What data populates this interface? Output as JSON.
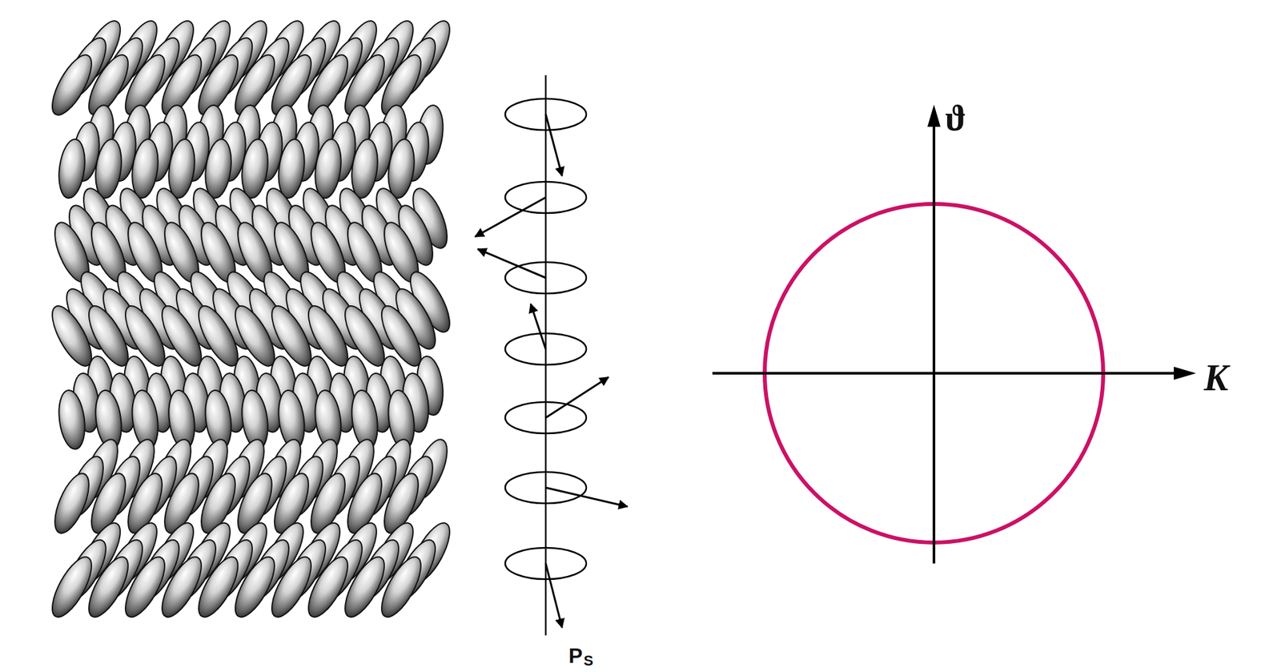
{
  "diagram": {
    "labels": [
      "P",
      "S",
      "ϑ",
      "K"
    ]
  }
}
